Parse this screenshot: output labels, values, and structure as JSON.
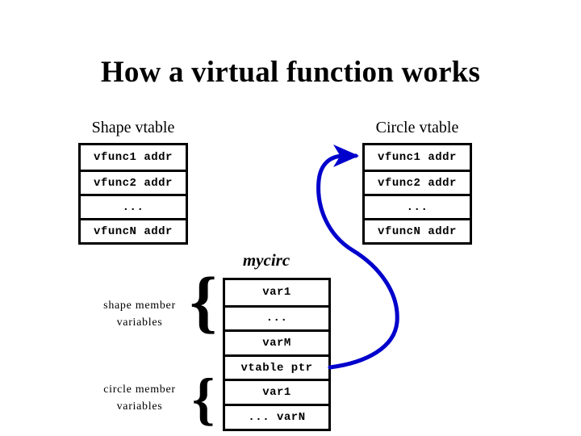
{
  "slide": {
    "title": "How a virtual function works",
    "background_color": "#ffffff",
    "text_color": "#000000",
    "accent_color": "#0000cc"
  },
  "shape_vtable": {
    "caption": "Shape vtable",
    "rows": [
      "vfunc1 addr",
      "vfunc2 addr",
      "...",
      "vfuncN addr"
    ]
  },
  "circle_vtable": {
    "caption": "Circle vtable",
    "rows": [
      "vfunc1 addr",
      "vfunc2 addr",
      "...",
      "vfuncN addr"
    ]
  },
  "mycirc": {
    "caption": "mycirc",
    "rows": [
      "var1",
      "...",
      "varM",
      "vtable ptr",
      "var1",
      "... varN"
    ]
  },
  "labels": {
    "shape_member_line1": "shape member",
    "shape_member_line2": "variables",
    "circle_member_line1": "circle member",
    "circle_member_line2": "variables",
    "brace_glyph": "{"
  },
  "connector": {
    "name": "vtable-ptr-to-circle-vtable-arrow",
    "color": "#0000cc",
    "from": "mycirc.vtable ptr row (right edge)",
    "to": "circle_vtable.vfunc1 addr row (left edge)"
  }
}
